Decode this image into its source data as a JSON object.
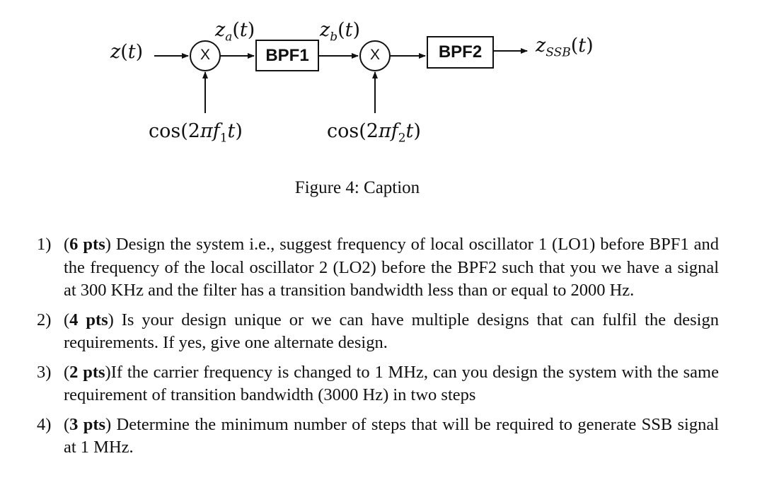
{
  "diagram": {
    "input_label": "z(t)",
    "za_label": "za(t)",
    "zb_label": "zb(t)",
    "output_label": "zSSB(t)",
    "mixer_symbol": "X",
    "bpf1": "BPF1",
    "bpf2": "BPF2",
    "lo1_label": "cos(2πf1t)",
    "lo2_label": "cos(2πf2t)"
  },
  "caption": "Figure 4: Caption",
  "questions": [
    {
      "num": "1)",
      "pts": "6 pts",
      "text": "Design the system i.e., suggest frequency of local oscillator 1 (LO1) before BPF1 and the frequency of the local oscillator 2 (LO2) before the BPF2 such that you we have a signal at 300 KHz and the filter has a transition bandwidth less than or equal to 2000 Hz."
    },
    {
      "num": "2)",
      "pts": "4 pts",
      "text": "Is your design unique or we can have multiple designs that can fulfil the design requirements. If yes, give one alternate design."
    },
    {
      "num": "3)",
      "pts": "2 pts",
      "text": "If the carrier frequency is changed to 1 MHz, can you design the system with the same requirement of transition bandwidth (3000 Hz) in two steps"
    },
    {
      "num": "4)",
      "pts": "3 pts",
      "text": "Determine the minimum number of steps that will be required to generate SSB signal at 1 MHz."
    }
  ]
}
